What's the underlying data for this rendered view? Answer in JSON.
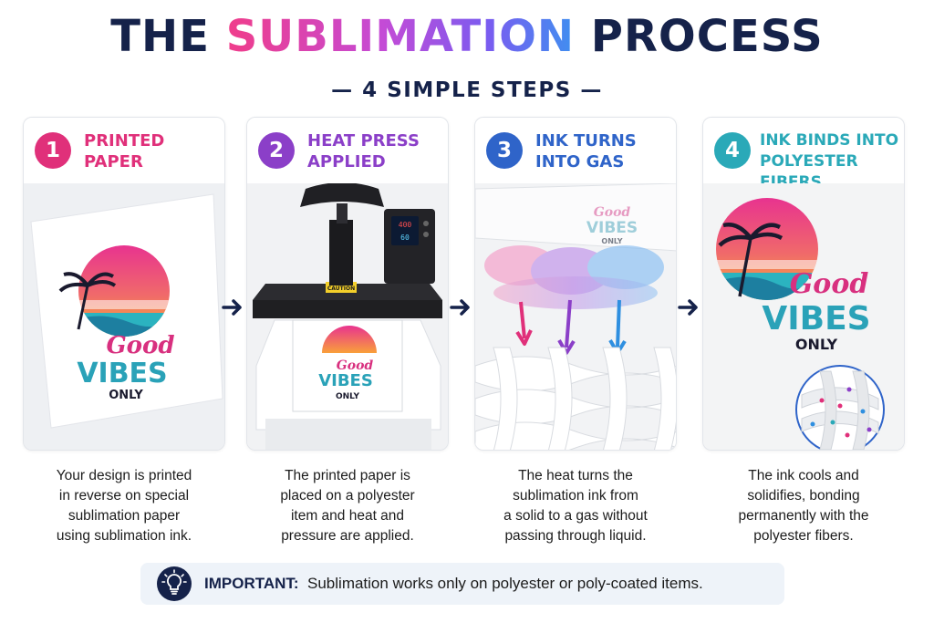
{
  "header": {
    "title_prefix": "THE",
    "title_highlight": "SUBLIMATION",
    "title_suffix": "PROCESS",
    "subtitle": "— 4 SIMPLE STEPS —"
  },
  "steps": [
    {
      "number": "1",
      "title_line1": "PRINTED",
      "title_line2": "PAPER",
      "color": "#e0307a",
      "description": [
        "Your design is printed",
        "in reverse on special",
        "sublimation paper",
        "using sublimation ink."
      ]
    },
    {
      "number": "2",
      "title_line1": "HEAT PRESS",
      "title_line2": "APPLIED",
      "color": "#8b3fc8",
      "description": [
        "The printed paper is",
        "placed on a polyester",
        "item and heat and",
        "pressure are applied."
      ]
    },
    {
      "number": "3",
      "title_line1": "INK TURNS",
      "title_line2": "INTO GAS",
      "color": "#2f64c9",
      "description": [
        "The heat turns the",
        "sublimation ink from",
        "a solid to a gas without",
        "passing through liquid."
      ]
    },
    {
      "number": "4",
      "title_line1": "INK BINDS INTO",
      "title_line2": "POLYESTER FIBERS",
      "color": "#2aa9b8",
      "description": [
        "The ink cools and",
        "solidifies, bonding",
        "permanently with the",
        "polyester fibers."
      ]
    }
  ],
  "design_art": {
    "word1": "Good",
    "word2": "VIBES",
    "word3": "ONLY"
  },
  "press": {
    "caution_label": "CAUTION",
    "display_top": "400",
    "display_bottom": "60"
  },
  "banner": {
    "label": "IMPORTANT:",
    "text": "Sublimation works only on polyester or poly-coated items.",
    "icon": "lightbulb-icon"
  },
  "colors": {
    "navy": "#15224a",
    "pink": "#e0307a",
    "purple": "#8b3fc8",
    "blue": "#2f64c9",
    "teal": "#2aa9b8"
  }
}
